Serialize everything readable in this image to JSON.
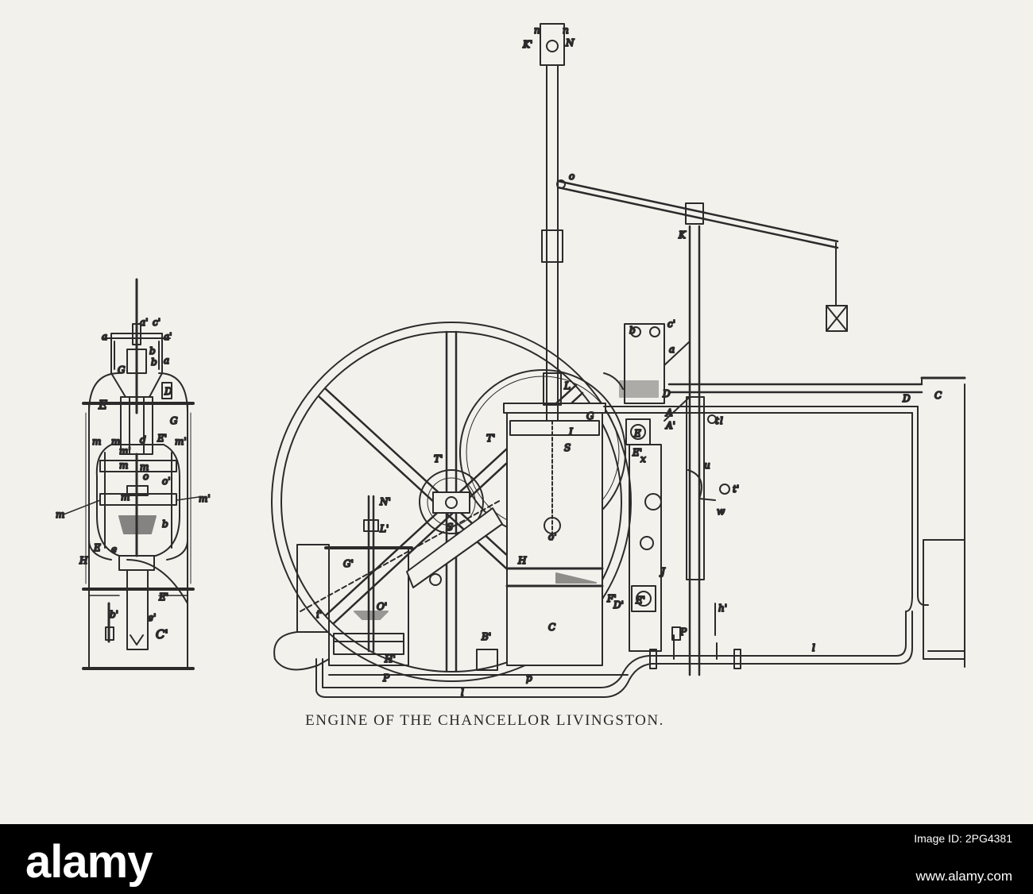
{
  "caption": "ENGINE OF THE CHANCELLOR LIVINGSTON.",
  "watermark": {
    "logo": "alamy",
    "image_id": "Image ID: 2PG4381",
    "url": "www.alamy.com"
  },
  "labels": {
    "side": [
      "a'",
      "c'",
      "a'",
      "a",
      "b",
      "b",
      "a",
      "G",
      "D",
      "E",
      "G",
      "m",
      "m",
      "d",
      "E'",
      "m'",
      "m'",
      "m",
      "m",
      "o",
      "o'",
      "m",
      "m'",
      "m",
      "b",
      "E",
      "H",
      "e",
      "E'",
      "e'",
      "C'",
      "b'"
    ],
    "main": [
      "K'",
      "n",
      "n",
      "N",
      "o",
      "K",
      "b",
      "c'",
      "a",
      "D",
      "L",
      "G",
      "D",
      "C",
      "A",
      "A'",
      "E",
      "I",
      "T'",
      "S",
      "E'",
      "x",
      "u",
      "t",
      "l",
      "t'",
      "w",
      "T'",
      "S",
      "N'",
      "L'",
      "G'",
      "o'",
      "H",
      "C",
      "F'",
      "E'",
      "D'",
      "J",
      "h'",
      "P",
      "l",
      "O'",
      "i'",
      "H'",
      "B'",
      "P",
      "p",
      "l"
    ]
  },
  "colors": {
    "paper": "#f3f1ec",
    "ink": "#2b2b2b",
    "bar": "#000000"
  }
}
